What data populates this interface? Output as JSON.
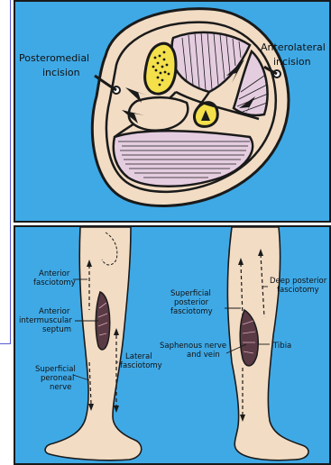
{
  "top_panel": {
    "posteromedial_line1": "Posteromedial",
    "posteromedial_line2": "incision",
    "anterolateral_line1": "Anterolateral",
    "anterolateral_line2": "incision"
  },
  "bottom_panel": {
    "anterior_fasciotomy_1": "Anterior",
    "anterior_fasciotomy_2": "fasciotomy",
    "anterior_septum_1": "Anterior",
    "anterior_septum_2": "intermuscular",
    "anterior_septum_3": "septum",
    "superficial_peroneal_1": "Superficial",
    "superficial_peroneal_2": "peroneal",
    "superficial_peroneal_3": "nerve",
    "lateral_fasciotomy_1": "Lateral",
    "lateral_fasciotomy_2": "fasciotomy",
    "superficial_posterior_1": "Superficial",
    "superficial_posterior_2": "posterior",
    "superficial_posterior_3": "fasciotomy",
    "saphenous_1": "Saphenous nerve",
    "saphenous_2": "and vein",
    "deep_posterior_1": "Deep posterior",
    "deep_posterior_2": "fasciotomy",
    "tibia": "Tibia"
  },
  "colors": {
    "background": "#3fa9e6",
    "skin": "#f2dcc4",
    "yellow": "#f3e04a",
    "muscle": "#e5cde0",
    "outline": "#1a1a1a"
  }
}
